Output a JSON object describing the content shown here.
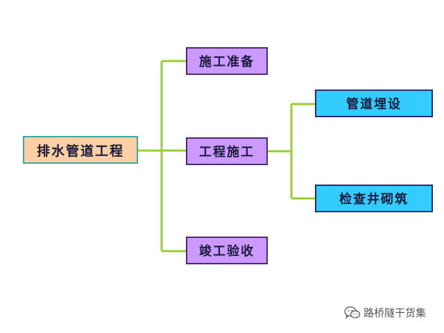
{
  "colors": {
    "connector": "#9acd32",
    "root_fill": "#fdcfa4",
    "phase_fill": "#cc99ff",
    "task_fill": "#33ccff"
  },
  "diagram": {
    "root": {
      "label": "排水管道工程"
    },
    "phases": [
      {
        "label": "施工准备"
      },
      {
        "label": "工程施工"
      },
      {
        "label": "竣工验收"
      }
    ],
    "tasks": [
      {
        "label": "管道埋设"
      },
      {
        "label": "检查井砌筑"
      }
    ]
  },
  "watermark": {
    "icon": "wechat-icon",
    "text": "路桥隧干货集"
  }
}
